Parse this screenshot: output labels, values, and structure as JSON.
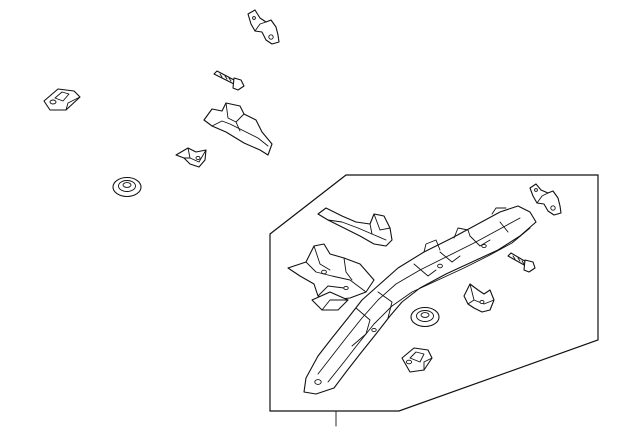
{
  "diagram": {
    "kind": "exploded-parts-illustration",
    "colors": {
      "line": "#111111",
      "background": "#ffffff"
    },
    "loose_parts": [
      "bracket",
      "bolt",
      "clip",
      "rail-reinforcement",
      "mount-bracket",
      "grommet"
    ],
    "assembly_parts": [
      "rear-frame-rail",
      "bracket",
      "upper-reinforcement",
      "crossmember-extension",
      "bolt",
      "mount-bracket",
      "grommet",
      "clip"
    ]
  }
}
